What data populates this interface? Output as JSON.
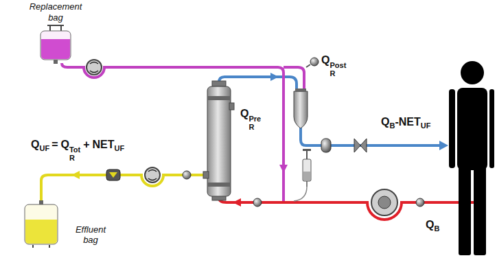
{
  "diagram": {
    "nodes": [
      {
        "text": [
          "Replacement bag"
        ]
      },
      {
        "text": [
          "Effluent bag"
        ]
      }
    ],
    "labels": [
      "Q",
      "R",
      "Post",
      "Q",
      "R",
      "Pre",
      "Q",
      "B",
      "-NET",
      "UF",
      "Q",
      "UF",
      "=",
      "Q",
      "R",
      "Tot",
      "+",
      "NET",
      "UF",
      "Q",
      "B"
    ]
  }
}
